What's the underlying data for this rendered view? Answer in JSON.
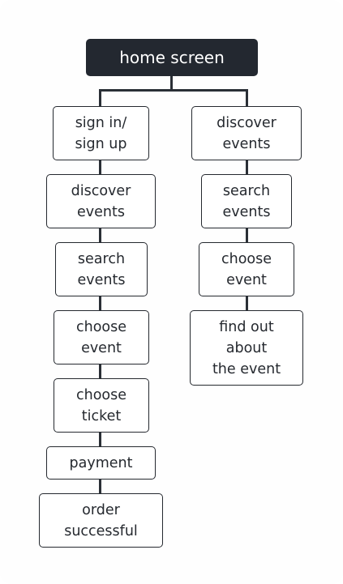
{
  "diagram": {
    "root": {
      "label": "home screen"
    },
    "left_branch": [
      {
        "label": "sign in/\nsign up"
      },
      {
        "label": "discover\nevents"
      },
      {
        "label": "search\nevents"
      },
      {
        "label": "choose\nevent"
      },
      {
        "label": "choose\nticket"
      },
      {
        "label": "payment"
      },
      {
        "label": "order\nsuccessful"
      }
    ],
    "right_branch": [
      {
        "label": "discover\nevents"
      },
      {
        "label": "search\nevents"
      },
      {
        "label": "choose\nevent"
      },
      {
        "label": "find out\nabout\nthe event"
      }
    ]
  },
  "colors": {
    "root_fill": "#232830",
    "node_border": "#25292f",
    "connector": "#2a2f36"
  }
}
